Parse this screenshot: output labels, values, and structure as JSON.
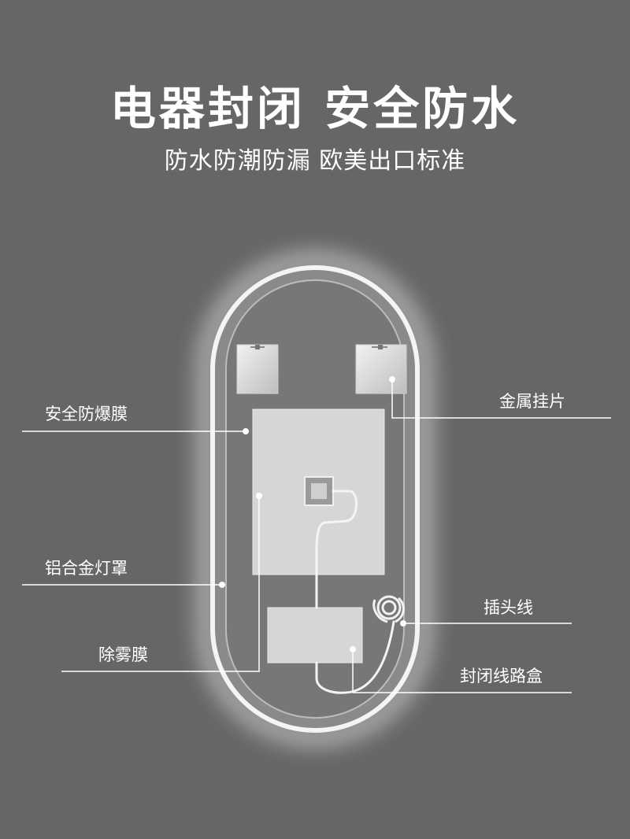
{
  "header": {
    "title": "电器封闭 安全防水",
    "subtitle": "防水防潮防漏 欧美出口标准"
  },
  "labels": {
    "safety_film": "安全防爆膜",
    "aluminum_cover": "铝合金灯罩",
    "defog_film": "除雾膜",
    "metal_hook": "金属挂片",
    "plug_wire": "插头线",
    "junction_box": "封闭线路盒"
  },
  "colors": {
    "background": "#666666",
    "mirror_fill": "#777777",
    "panel_fill": "#d6d6d6",
    "line": "#ffffff"
  }
}
